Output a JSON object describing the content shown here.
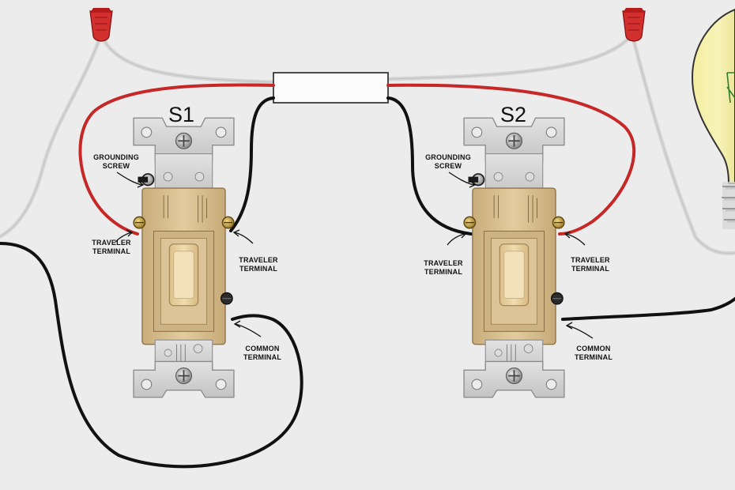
{
  "switches": [
    {
      "name": "S1",
      "labels": {
        "grounding": [
          "GROUNDING",
          "SCREW"
        ],
        "traveler_left": [
          "TRAVELER",
          "TERMINAL"
        ],
        "traveler_right": [
          "TRAVELER",
          "TERMINAL"
        ],
        "common": [
          "COMMON",
          "TERMINAL"
        ]
      }
    },
    {
      "name": "S2",
      "labels": {
        "grounding": [
          "GROUNDING",
          "SCREW"
        ],
        "traveler_left": [
          "TRAVELER",
          "TERMINAL"
        ],
        "traveler_right": [
          "TRAVELER",
          "TERMINAL"
        ],
        "common": [
          "COMMON",
          "TERMINAL"
        ]
      }
    }
  ],
  "colors": {
    "background": "#ececec",
    "hot_wire": "#111111",
    "traveler_red": "#c62828",
    "neutral_white": "#d6d6d6",
    "ground_green": "#2e7d32",
    "wire_nut": "#d32f2f",
    "switch_body": "#d8bf92",
    "toggle": "#e9cf9d",
    "strap": "#cfcfcf",
    "bulb_glass": "#f4eea0"
  },
  "icons": [
    "wire-nut-icon",
    "light-bulb-icon",
    "cable-clamp-icon",
    "switch-icon",
    "screw-icon"
  ]
}
